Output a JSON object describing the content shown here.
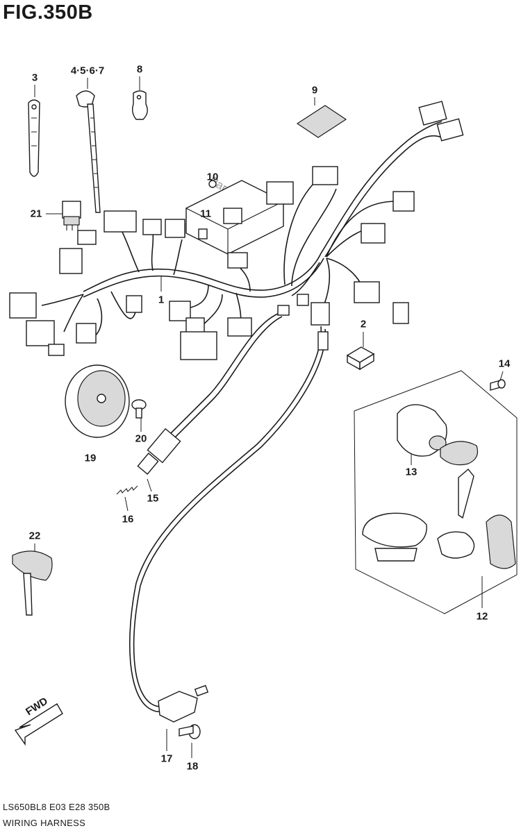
{
  "figure": {
    "title": "FIG.350B",
    "code": "LS650BL8  E03  E28  350B",
    "name": "WIRING HARNESS",
    "watermark": "Partzilla.com",
    "direction_label": "FWD"
  },
  "callouts": [
    {
      "id": "1",
      "label": "1",
      "part": "wiring-harness"
    },
    {
      "id": "2",
      "label": "2",
      "part": "connector-block"
    },
    {
      "id": "3",
      "label": "3",
      "part": "band-clamp"
    },
    {
      "id": "4-7",
      "label": "4·5·6·7",
      "part": "cable-tie"
    },
    {
      "id": "8",
      "label": "8",
      "part": "wire-clamp"
    },
    {
      "id": "9",
      "label": "9",
      "part": "label"
    },
    {
      "id": "10",
      "label": "10",
      "part": "fuse-small"
    },
    {
      "id": "11",
      "label": "11",
      "part": "fuse-box"
    },
    {
      "id": "12",
      "label": "12",
      "part": "lock-set"
    },
    {
      "id": "13",
      "label": "13",
      "part": "ignition-switch"
    },
    {
      "id": "14",
      "label": "14",
      "part": "screw"
    },
    {
      "id": "15",
      "label": "15",
      "part": "rear-brake-switch"
    },
    {
      "id": "16",
      "label": "16",
      "part": "spring"
    },
    {
      "id": "17",
      "label": "17",
      "part": "front-brake-switch"
    },
    {
      "id": "18",
      "label": "18",
      "part": "screw"
    },
    {
      "id": "19",
      "label": "19",
      "part": "horn"
    },
    {
      "id": "20",
      "label": "20",
      "part": "bolt"
    },
    {
      "id": "21",
      "label": "21",
      "part": "relay"
    },
    {
      "id": "22",
      "label": "22",
      "part": "key"
    }
  ]
}
